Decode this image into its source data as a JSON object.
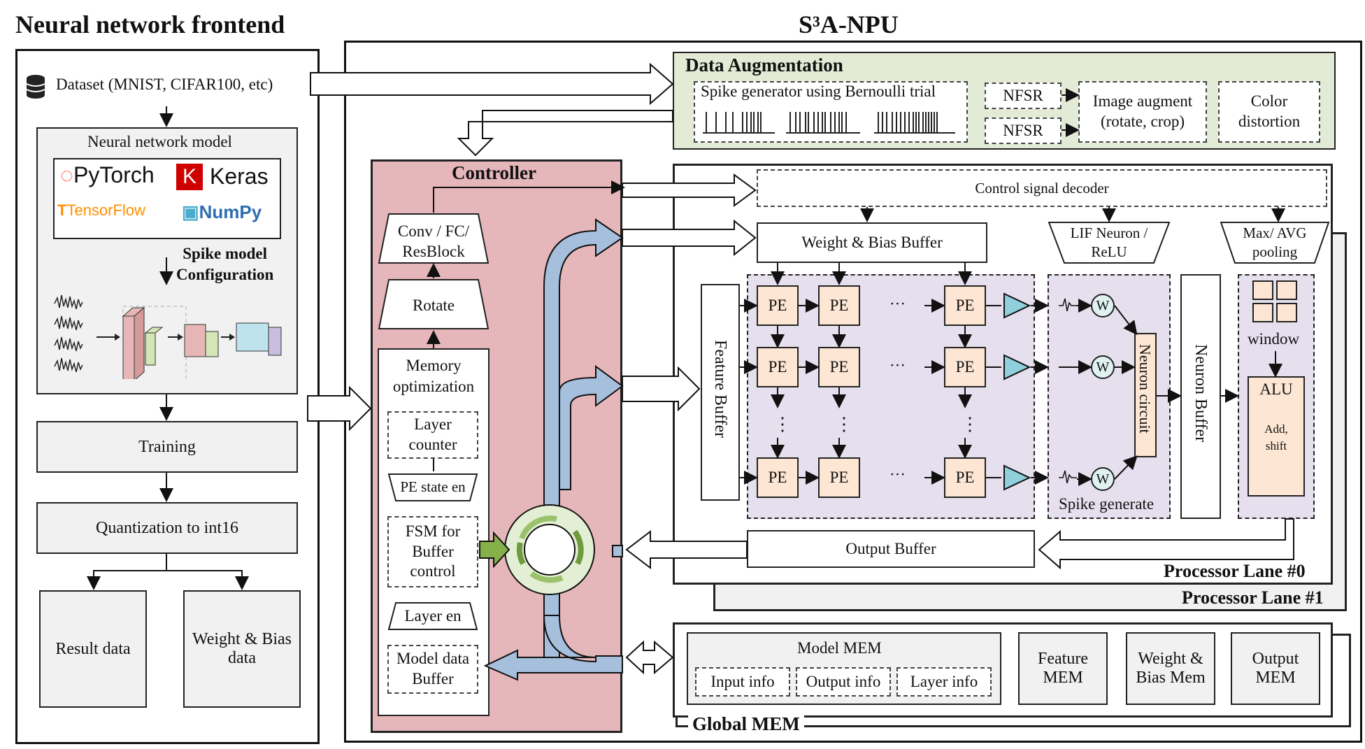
{
  "titles": {
    "frontend": "Neural network frontend",
    "npu": "S³A-NPU"
  },
  "frontend": {
    "dataset": "Dataset (MNIST, CIFAR100, etc)",
    "model_title": "Neural network model",
    "frameworks": [
      "PyTorch",
      "Keras",
      "TensorFlow",
      "NumPy"
    ],
    "spike_config": [
      "Spike model",
      "Configuration"
    ],
    "training": "Training",
    "quantization": "Quantization to int16",
    "result": "Result data",
    "weight_bias": [
      "Weight & Bias",
      "data"
    ]
  },
  "augmentation": {
    "title": "Data Augmentation",
    "spike_gen": "Spike generator using Bernoulli trial",
    "nfsr": [
      "NFSR",
      "NFSR"
    ],
    "image_augment": [
      "Image augment",
      "(rotate, crop)"
    ],
    "color": [
      "Color",
      "distortion"
    ]
  },
  "controller": {
    "title": "Controller",
    "conv": [
      "Conv / FC/",
      "ResBlock"
    ],
    "rotate": "Rotate",
    "memopt": [
      "Memory",
      "optimization"
    ],
    "layer_counter": [
      "Layer",
      "counter"
    ],
    "pe_state": "PE state en",
    "fsm": [
      "FSM for",
      "Buffer",
      "control"
    ],
    "layer_en": "Layer en",
    "model_buffer": [
      "Model data",
      "Buffer"
    ]
  },
  "lane": {
    "decoder": "Control signal decoder",
    "wb_buffer": "Weight & Bias Buffer",
    "lif": [
      "LIF Neuron /",
      "ReLU"
    ],
    "pool": [
      "Max/ AVG",
      "pooling"
    ],
    "feature_buffer": "Feature Buffer",
    "pe": "PE",
    "dots": "···",
    "vdots": "⋮",
    "w": "W",
    "neuron_circuit": "Neuron circuit",
    "spike_generate": "Spike generate",
    "neuron_buffer": "Neuron Buffer",
    "window": "window",
    "alu": "ALU",
    "alu_ops": [
      "Add,",
      "shift"
    ],
    "output_buffer": "Output Buffer",
    "lane0": "Processor Lane #0",
    "lane1": "Processor Lane #1"
  },
  "global_mem": {
    "title": "Global MEM",
    "model_mem": "Model MEM",
    "infos": [
      "Input info",
      "Output info",
      "Layer info"
    ],
    "feature": [
      "Feature",
      "MEM"
    ],
    "weight": [
      "Weight &",
      "Bias Mem"
    ],
    "output": [
      "Output",
      "MEM"
    ]
  },
  "colors": {
    "controller_fill": "#e6b7ba",
    "augment_fill": "#e3ebd6",
    "pe_fill": "#fde6d3",
    "array_fill": "#e6e0ee",
    "bus_blue": "#a5bfdc",
    "triangle_cyan": "#8fd0dc",
    "green_arrow": "#86b04a"
  },
  "icons": [
    "database-icon",
    "ring-icon",
    "triangle-buffer-icon",
    "spike-waveform-icon"
  ]
}
